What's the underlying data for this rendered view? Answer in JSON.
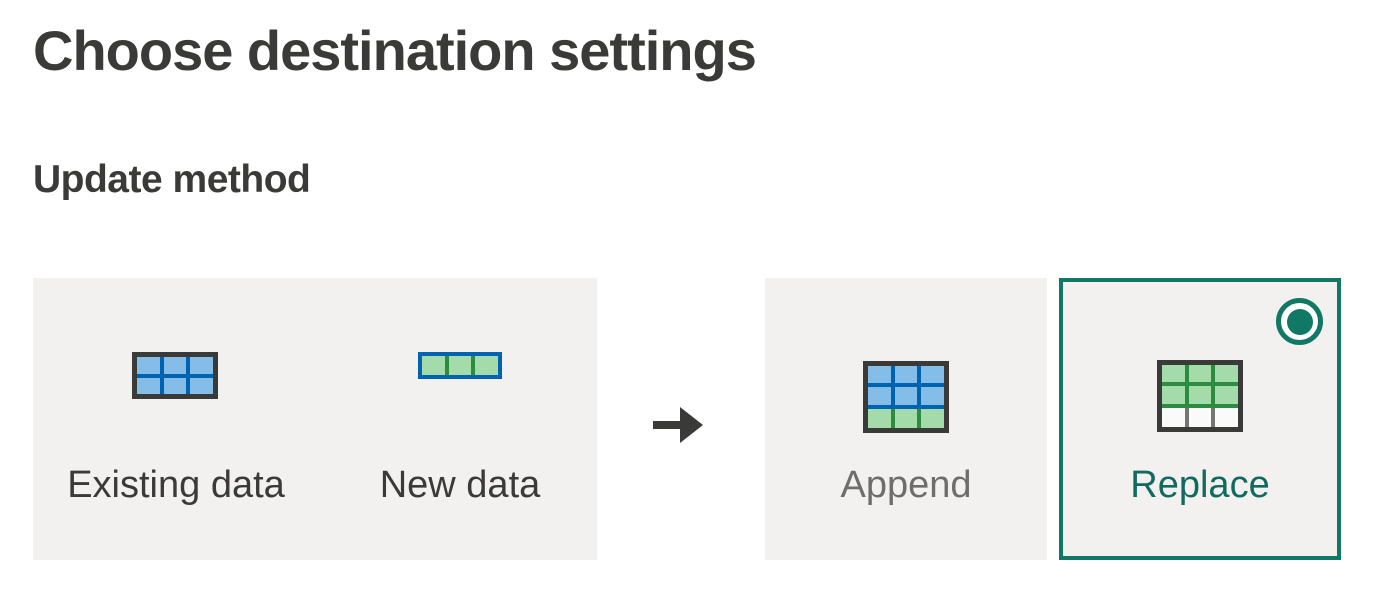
{
  "page": {
    "title": "Choose destination settings",
    "section_heading": "Update method"
  },
  "source_panel": {
    "items": [
      {
        "label": "Existing data",
        "icon": "existing-data-table-icon"
      },
      {
        "label": "New data",
        "icon": "new-data-row-icon"
      }
    ]
  },
  "transform": {
    "icon": "right-arrow-icon",
    "glyph": "→"
  },
  "options": [
    {
      "label": "Append",
      "icon": "append-table-icon",
      "selected": false
    },
    {
      "label": "Replace",
      "icon": "replace-table-icon",
      "selected": true
    }
  ],
  "colors": {
    "panel_bg": "#f2f1ef",
    "dark_text": "#3a3a38",
    "muted_text": "#6e6d6b",
    "accent_teal": "#117865",
    "replace_text": "#12695e",
    "blue_cell": "#85bde9",
    "blue_grid": "#0063b1",
    "green_cell": "#a3dbab",
    "green_grid": "#2e8b42",
    "white_cell": "#fafafa",
    "gray_divider": "#757575"
  }
}
